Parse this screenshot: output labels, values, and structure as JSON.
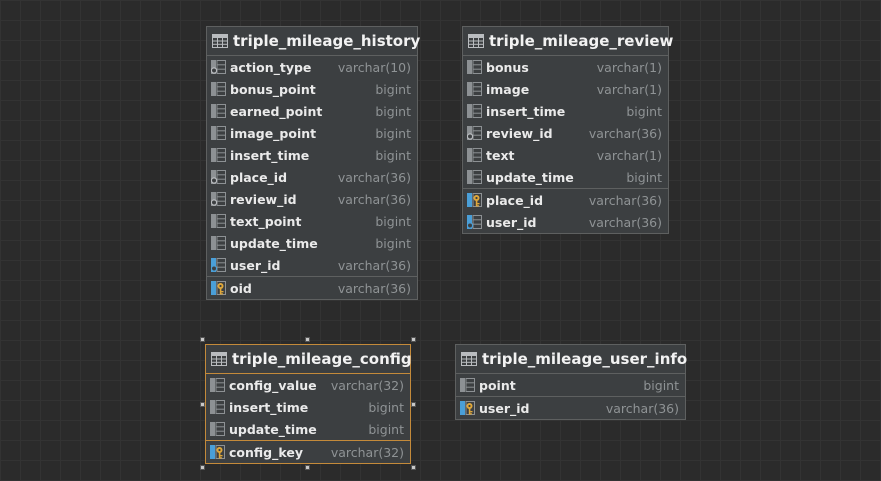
{
  "tables": {
    "history": {
      "title": "triple_mileage_history",
      "columns": [
        {
          "name": "action_type",
          "type": "varchar(10)",
          "icon": "column-key-icon"
        },
        {
          "name": "bonus_point",
          "type": "bigint",
          "icon": "column-icon"
        },
        {
          "name": "earned_point",
          "type": "bigint",
          "icon": "column-icon"
        },
        {
          "name": "image_point",
          "type": "bigint",
          "icon": "column-icon"
        },
        {
          "name": "insert_time",
          "type": "bigint",
          "icon": "column-icon"
        },
        {
          "name": "place_id",
          "type": "varchar(36)",
          "icon": "column-key-icon"
        },
        {
          "name": "review_id",
          "type": "varchar(36)",
          "icon": "column-key-icon"
        },
        {
          "name": "text_point",
          "type": "bigint",
          "icon": "column-icon"
        },
        {
          "name": "update_time",
          "type": "bigint",
          "icon": "column-icon"
        },
        {
          "name": "user_id",
          "type": "varchar(36)",
          "icon": "column-index-icon"
        }
      ],
      "keys": [
        {
          "name": "oid",
          "type": "varchar(36)",
          "icon": "primary-key-icon"
        }
      ]
    },
    "review": {
      "title": "triple_mileage_review",
      "columns": [
        {
          "name": "bonus",
          "type": "varchar(1)",
          "icon": "column-icon"
        },
        {
          "name": "image",
          "type": "varchar(1)",
          "icon": "column-icon"
        },
        {
          "name": "insert_time",
          "type": "bigint",
          "icon": "column-icon"
        },
        {
          "name": "review_id",
          "type": "varchar(36)",
          "icon": "column-key-icon"
        },
        {
          "name": "text",
          "type": "varchar(1)",
          "icon": "column-icon"
        },
        {
          "name": "update_time",
          "type": "bigint",
          "icon": "column-icon"
        }
      ],
      "keys": [
        {
          "name": "place_id",
          "type": "varchar(36)",
          "icon": "primary-key-icon"
        },
        {
          "name": "user_id",
          "type": "varchar(36)",
          "icon": "column-index-icon"
        }
      ]
    },
    "config": {
      "title": "triple_mileage_config",
      "columns": [
        {
          "name": "config_value",
          "type": "varchar(32)",
          "icon": "column-icon"
        },
        {
          "name": "insert_time",
          "type": "bigint",
          "icon": "column-icon"
        },
        {
          "name": "update_time",
          "type": "bigint",
          "icon": "column-icon"
        }
      ],
      "keys": [
        {
          "name": "config_key",
          "type": "varchar(32)",
          "icon": "primary-key-icon"
        }
      ]
    },
    "userinfo": {
      "title": "triple_mileage_user_info",
      "columns": [
        {
          "name": "point",
          "type": "bigint",
          "icon": "column-icon"
        }
      ],
      "keys": [
        {
          "name": "user_id",
          "type": "varchar(36)",
          "icon": "primary-key-icon"
        }
      ]
    }
  },
  "colors": {
    "background": "#2b2b2b",
    "table_body": "#3c3f41",
    "selection": "#c48a3a",
    "key_gold": "#e0a83a",
    "index_blue": "#4a9fd8"
  }
}
